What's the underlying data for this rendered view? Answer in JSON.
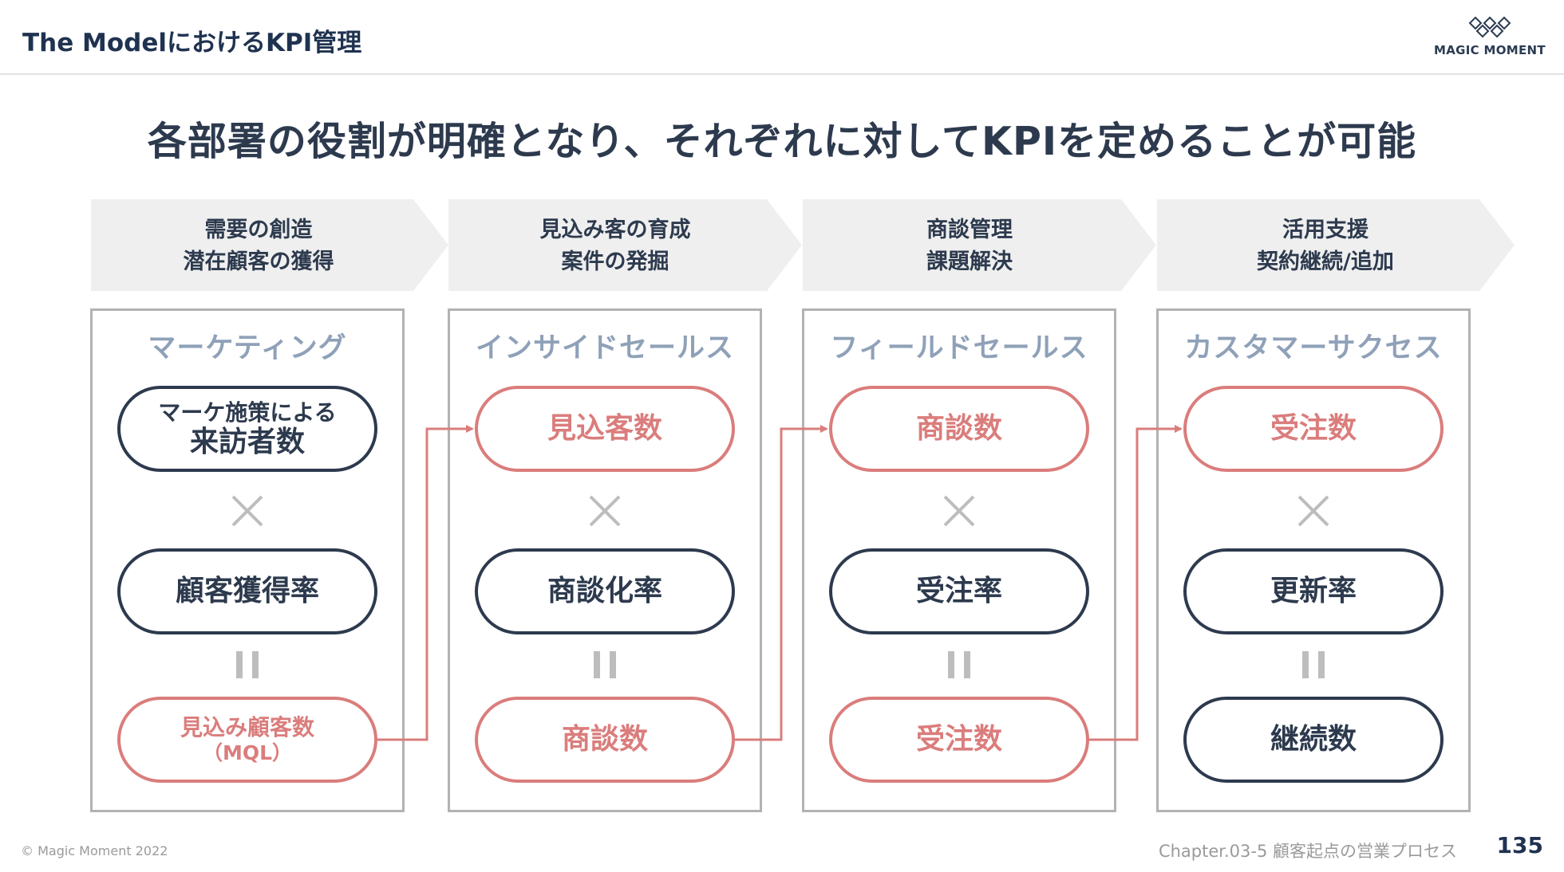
{
  "header": {
    "title": "The ModelにおけるKPI管理"
  },
  "logo": {
    "text": "MAGIC MOMENT"
  },
  "main_heading": "各部署の役割が明確となり、それぞれに対してKPIを定めることが可能",
  "stages": [
    {
      "line1": "需要の創造",
      "line2": "潜在顧客の獲得"
    },
    {
      "line1": "見込み客の育成",
      "line2": "案件の発掘"
    },
    {
      "line1": "商談管理",
      "line2": "課題解決"
    },
    {
      "line1": "活用支援",
      "line2": "契約継続/追加"
    }
  ],
  "columns": [
    {
      "title": "マーケティング",
      "kpi1": {
        "line1": "マーケ施策による",
        "line2": "来訪者数"
      },
      "kpi2": "顧客獲得率",
      "kpi3": {
        "line1": "見込み顧客数",
        "line2": "（MQL）"
      }
    },
    {
      "title": "インサイドセールス",
      "kpi1": "見込客数",
      "kpi2": "商談化率",
      "kpi3": "商談数"
    },
    {
      "title": "フィールドセールス",
      "kpi1": "商談数",
      "kpi2": "受注率",
      "kpi3": "受注数"
    },
    {
      "title": "カスタマーサクセス",
      "kpi1": "受注数",
      "kpi2": "更新率",
      "kpi3": "継続数"
    }
  ],
  "colors": {
    "navy": "#2d3a4e",
    "coral": "#da7d7c",
    "gray_border": "#b2b2b2",
    "title_gray": "#8fa1b8"
  },
  "footer": {
    "copyright": "© Magic Moment 2022",
    "chapter": "Chapter.03-5 顧客起点の営業プロセス",
    "page": "135"
  }
}
